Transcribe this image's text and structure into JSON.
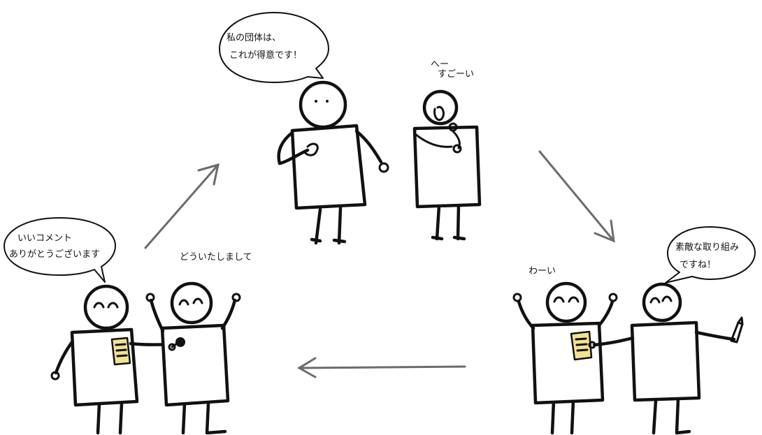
{
  "colors": {
    "ink": "#111111",
    "arrow": "#6b6b6b",
    "memo": "#f3e28f",
    "background": "#ffffff"
  },
  "scenes": {
    "top": {
      "speech_line1": "私の団体は、",
      "speech_line2": "これが得意です！",
      "reaction_line1": "へー",
      "reaction_line2": "すごーい"
    },
    "right": {
      "cheer": "わーい",
      "speech_line1": "素敵な取り組み",
      "speech_line2": "ですね！"
    },
    "left": {
      "speech_line1": "いいコメント",
      "speech_line2": "ありがとうございます",
      "reply": "どういたしまして"
    }
  },
  "icons": [
    "arrow-up-right-icon",
    "arrow-down-right-icon",
    "arrow-left-icon",
    "memo-icon",
    "pencil-icon",
    "microphone-icon"
  ]
}
